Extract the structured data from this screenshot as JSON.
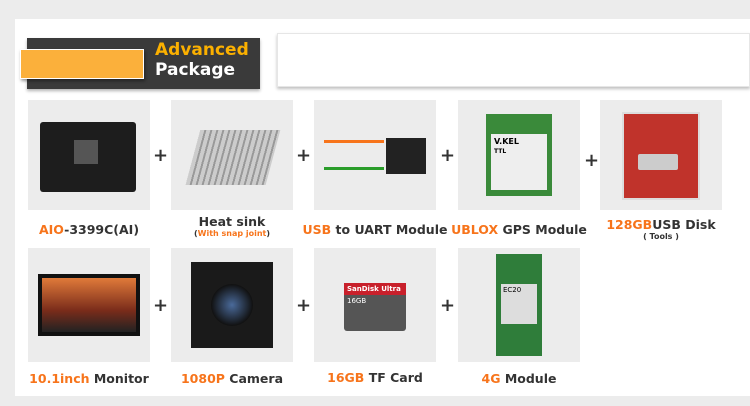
{
  "header": {
    "title_line1": "Advanced",
    "title_line2": "Package"
  },
  "row1": [
    {
      "highlight": "AIO",
      "text": "-3399C(AI)"
    },
    {
      "text": "Heat sink",
      "sub_highlight": "With snap joint",
      "sub_prefix": "(",
      "sub_suffix": ")"
    },
    {
      "highlight": "USB",
      "text": " to UART Module"
    },
    {
      "highlight": "UBLOX",
      "text": " GPS Module"
    },
    {
      "highlight": "128GB",
      "text": "USB Disk",
      "sub": "( Tools )"
    }
  ],
  "row2": [
    {
      "highlight": "10.1inch",
      "text": " Monitor"
    },
    {
      "highlight": "1080P",
      "text": " Camera"
    },
    {
      "highlight": "16GB",
      "text": " TF Card"
    },
    {
      "highlight": "4G",
      "text": " Module"
    }
  ],
  "plus": "+",
  "product_text": {
    "gps": "V.KEL",
    "gps_sub": "TTL",
    "sd_brand": "SanDisk",
    "sd_line": "Ultra",
    "sd_size": "16GB",
    "module": "EC20"
  }
}
